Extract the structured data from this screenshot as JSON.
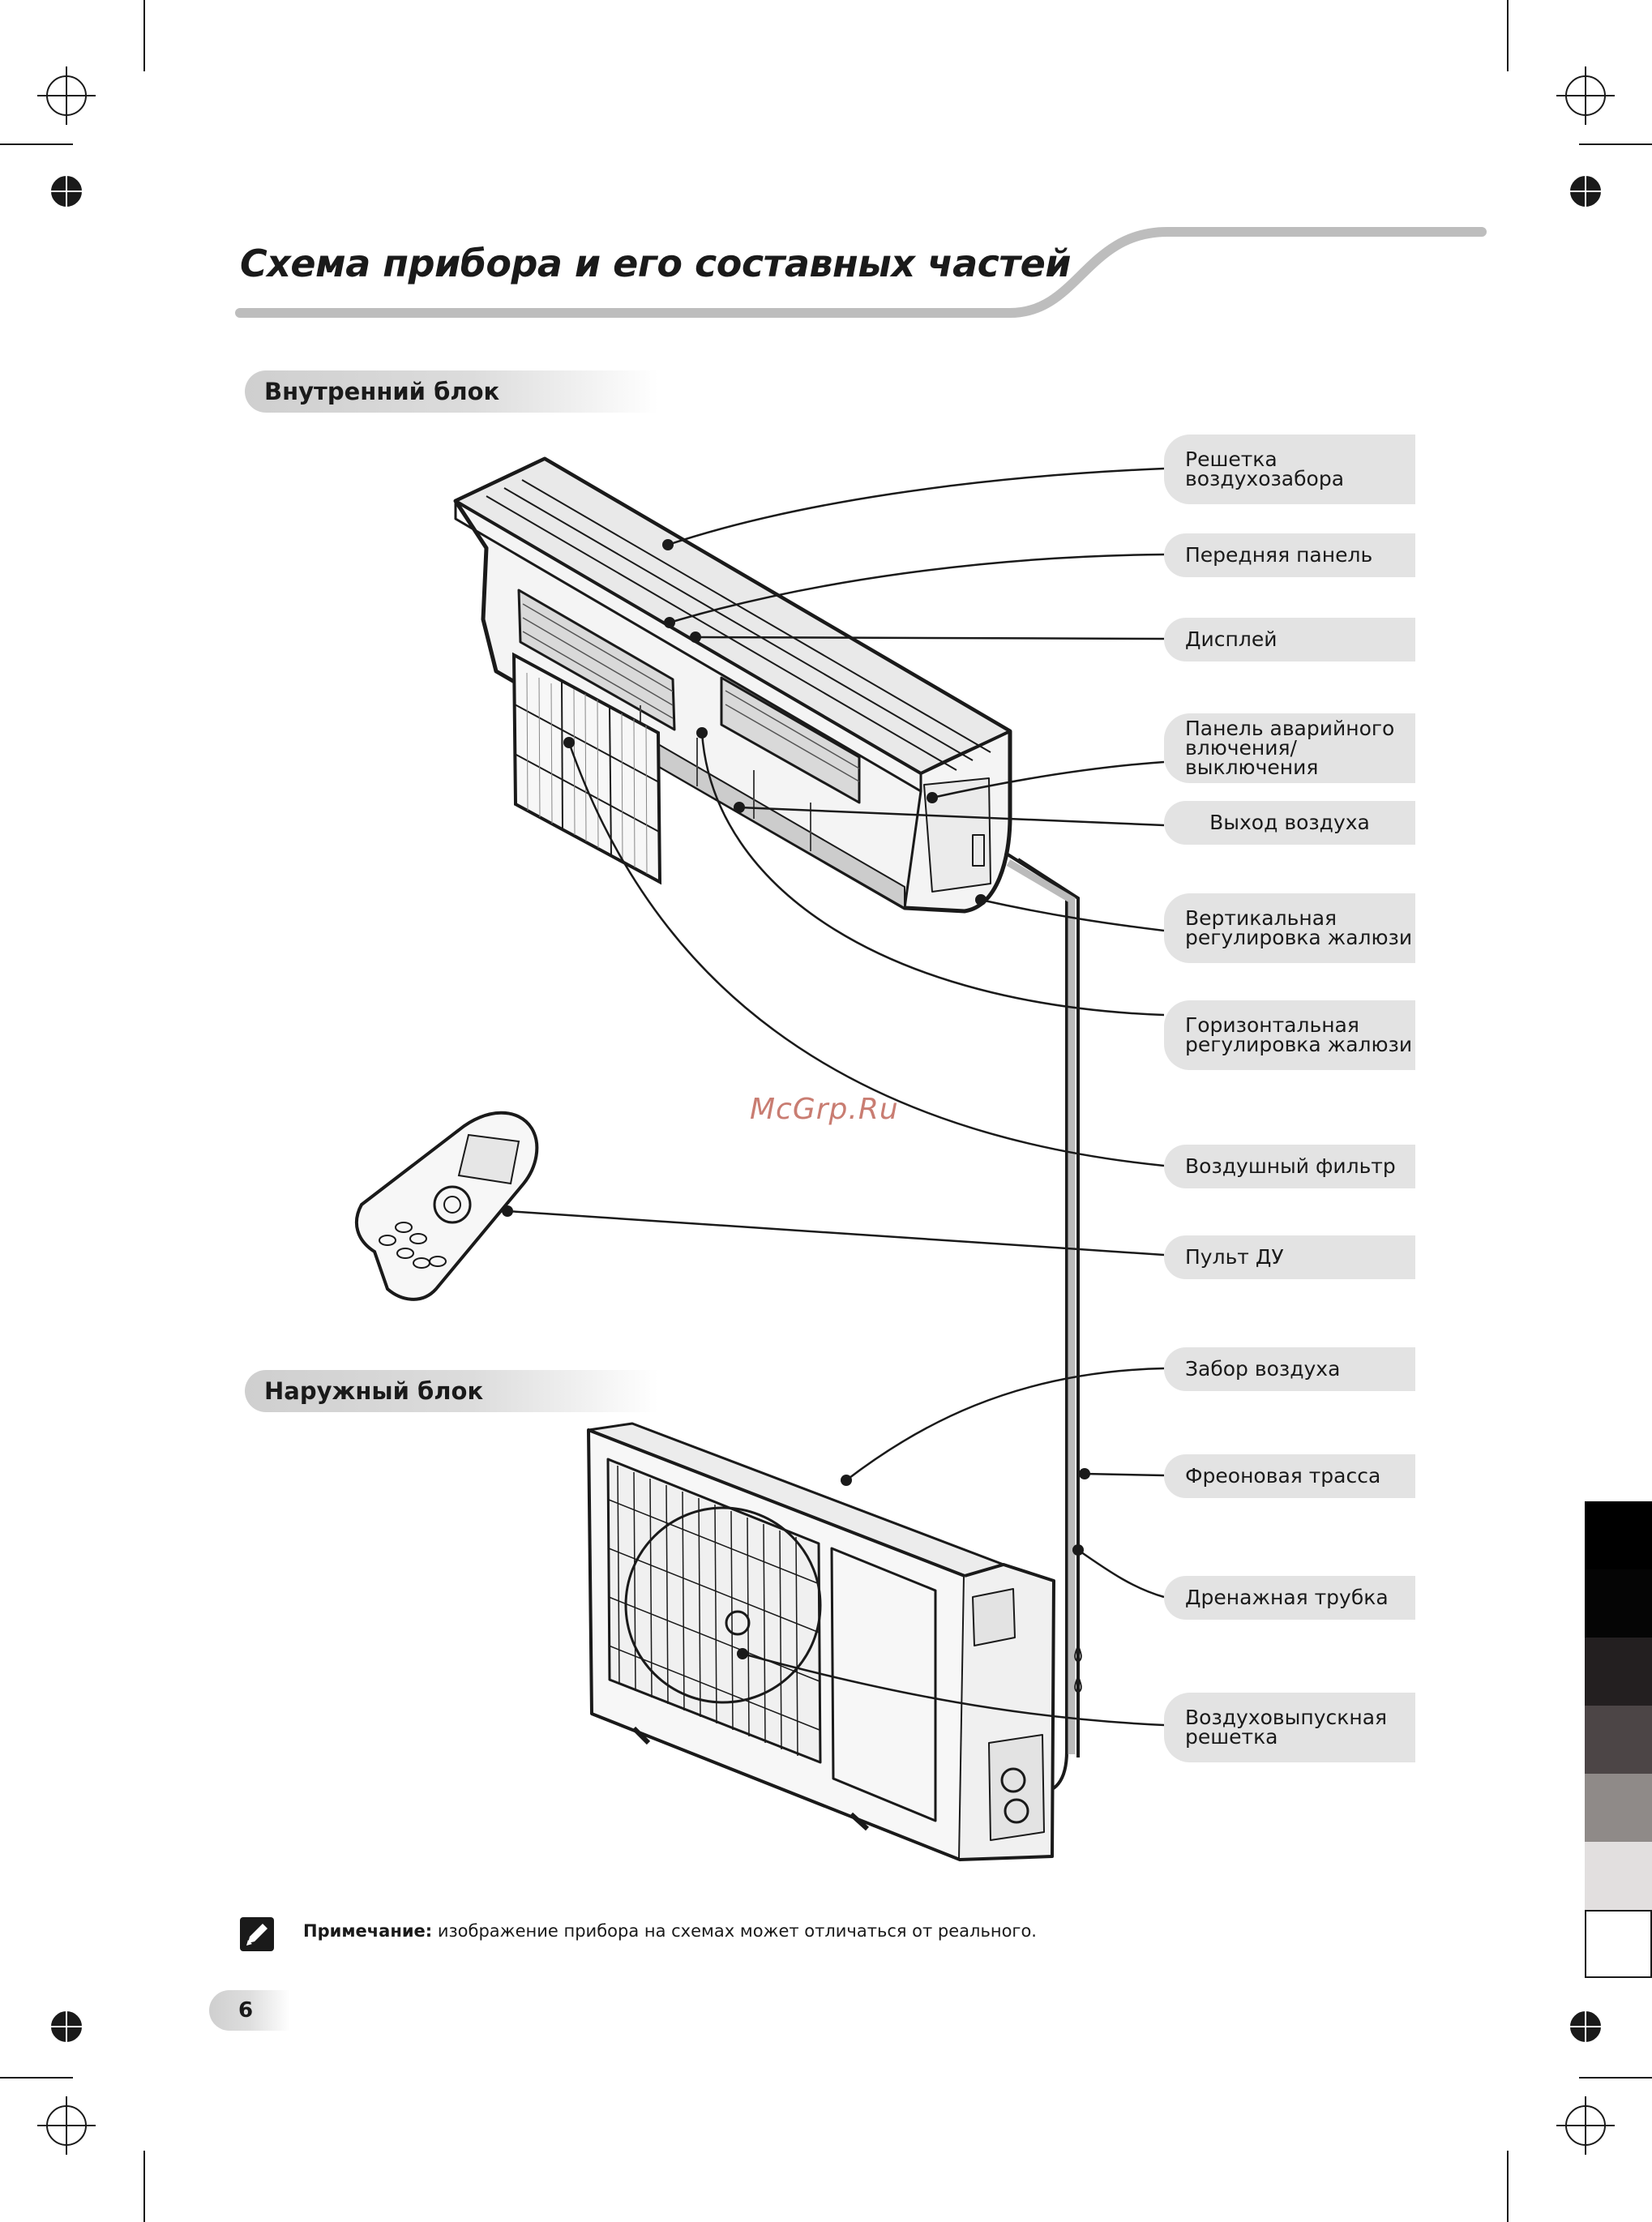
{
  "title": "Схема прибора и его составных частей",
  "sections": {
    "indoor": "Внутренний блок",
    "outdoor": "Наружный блок"
  },
  "callouts": [
    {
      "id": "air-intake-grille",
      "label": "Решетка\nвоздухозабора"
    },
    {
      "id": "front-panel",
      "label": "Передняя панель"
    },
    {
      "id": "display",
      "label": "Дисплей"
    },
    {
      "id": "emergency-panel",
      "label": "Панель аварийного\nвлючения/\nвыключения"
    },
    {
      "id": "air-outlet",
      "label": "Выход воздуха"
    },
    {
      "id": "vertical-louver",
      "label": "Вертикальная\nрегулировка жалюзи"
    },
    {
      "id": "horizontal-louver",
      "label": "Горизонтальная\nрегулировка жалюзи"
    },
    {
      "id": "air-filter",
      "label": "Воздушный фильтр"
    },
    {
      "id": "remote",
      "label": "Пульт ДУ"
    },
    {
      "id": "outdoor-air-intake",
      "label": "Забор воздуха"
    },
    {
      "id": "freon-line",
      "label": "Фреоновая трасса"
    },
    {
      "id": "drain-pipe",
      "label": "Дренажная трубка"
    },
    {
      "id": "outlet-grille",
      "label": "Воздуховыпускная\nрешетка"
    }
  ],
  "watermark": "McGrp.Ru",
  "note": {
    "label": "Примечание:",
    "text": " изображение прибора на схемах может отличаться от реального."
  },
  "page_number": "6",
  "swatch_colors": [
    "#000000",
    "#050505",
    "#231f20",
    "#4c4546",
    "#8f8a88",
    "#e2dfdf",
    "#ffffff"
  ]
}
